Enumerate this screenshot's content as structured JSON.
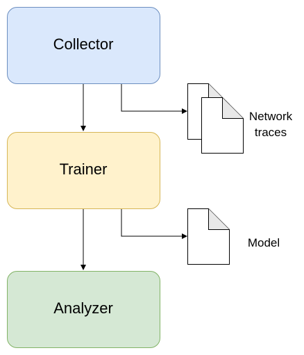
{
  "nodes": {
    "collector": {
      "label": "Collector",
      "fill": "#dae8fc",
      "stroke": "#6c8ebf"
    },
    "trainer": {
      "label": "Trainer",
      "fill": "#fff2cc",
      "stroke": "#d6b656"
    },
    "analyzer": {
      "label": "Analyzer",
      "fill": "#d5e8d4",
      "stroke": "#82b366"
    }
  },
  "documents": {
    "network_traces": {
      "line1": "Network",
      "line2": "traces"
    },
    "model": {
      "label": "Model"
    }
  },
  "edges": [
    {
      "from": "collector",
      "to": "trainer"
    },
    {
      "from": "trainer",
      "to": "analyzer"
    },
    {
      "from": "collector",
      "to": "network_traces"
    },
    {
      "from": "trainer",
      "to": "model"
    }
  ]
}
